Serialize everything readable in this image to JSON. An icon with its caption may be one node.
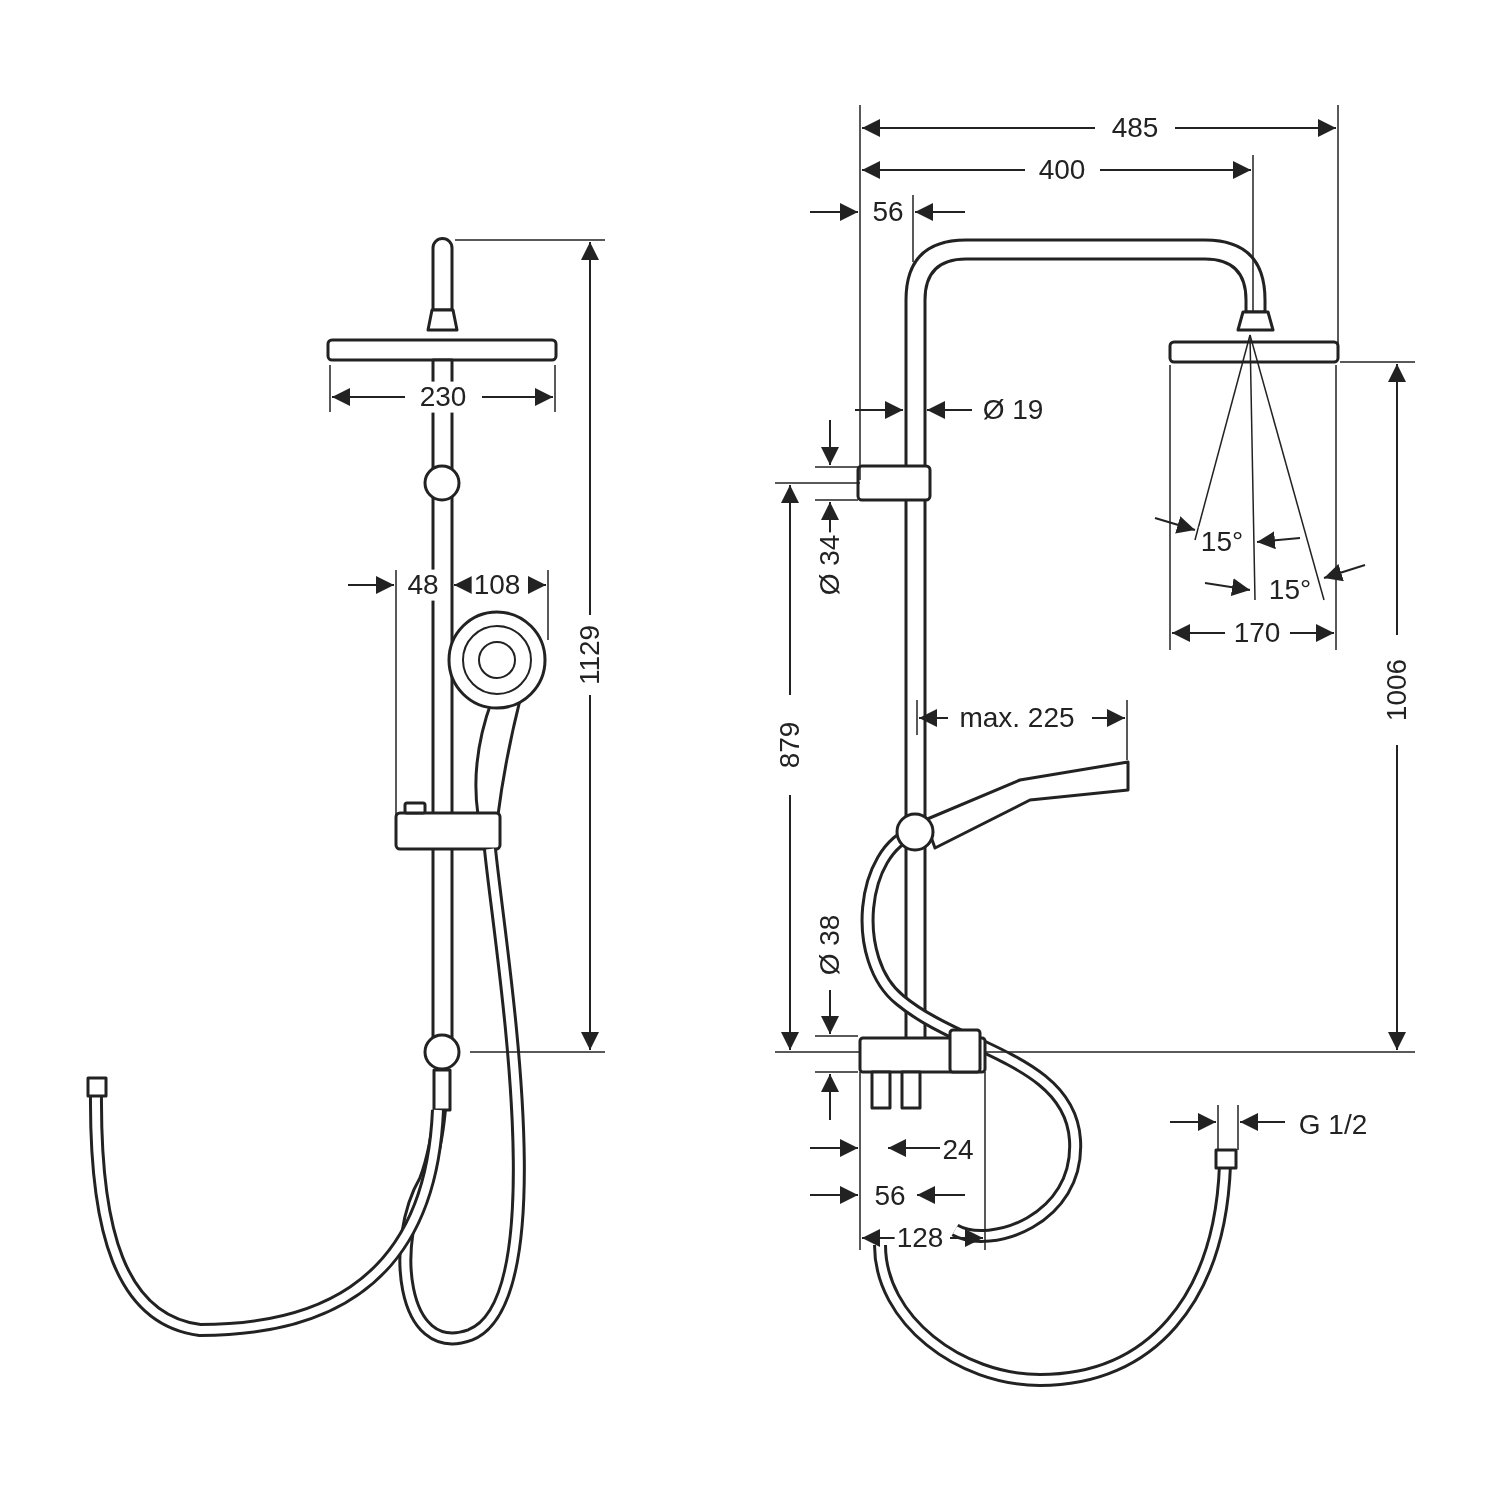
{
  "diagram": {
    "labels": [
      "485",
      "400",
      "56",
      "230",
      "Ø 19",
      "Ø 34",
      "15°",
      "48",
      "108",
      "15°",
      "170",
      "1129",
      "1006",
      "max. 225",
      "879",
      "Ø 38",
      "G 1/2",
      "24",
      "56",
      "128"
    ]
  }
}
